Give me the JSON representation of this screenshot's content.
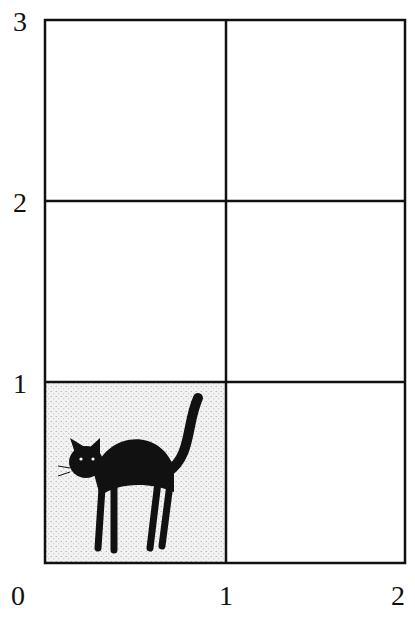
{
  "diagram": {
    "labels": [
      "3",
      "2",
      "1",
      "0",
      "1",
      "2"
    ]
  }
}
